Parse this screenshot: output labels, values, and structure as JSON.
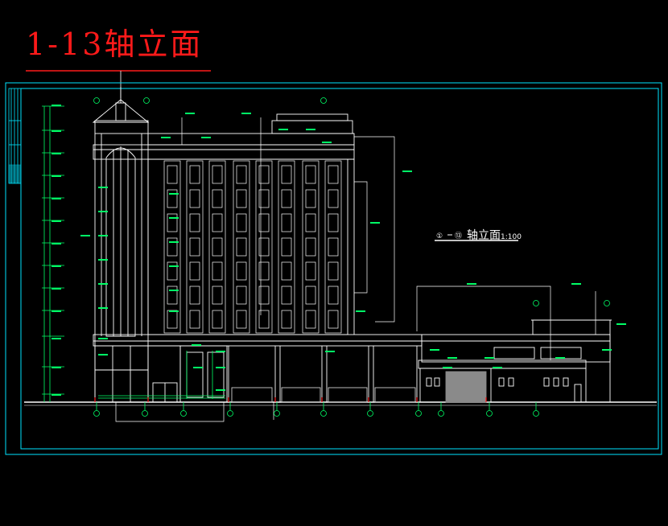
{
  "page_title": "1-13轴立面",
  "elevation_label": "轴立面",
  "elevation_scale": "1:100",
  "axis_start": "①",
  "axis_end": "⑬",
  "colors": {
    "background": "#000000",
    "title": "#ff1a1a",
    "frame": "#00e5ff",
    "drawing": "#ffffff",
    "dimension": "#00ff66"
  }
}
